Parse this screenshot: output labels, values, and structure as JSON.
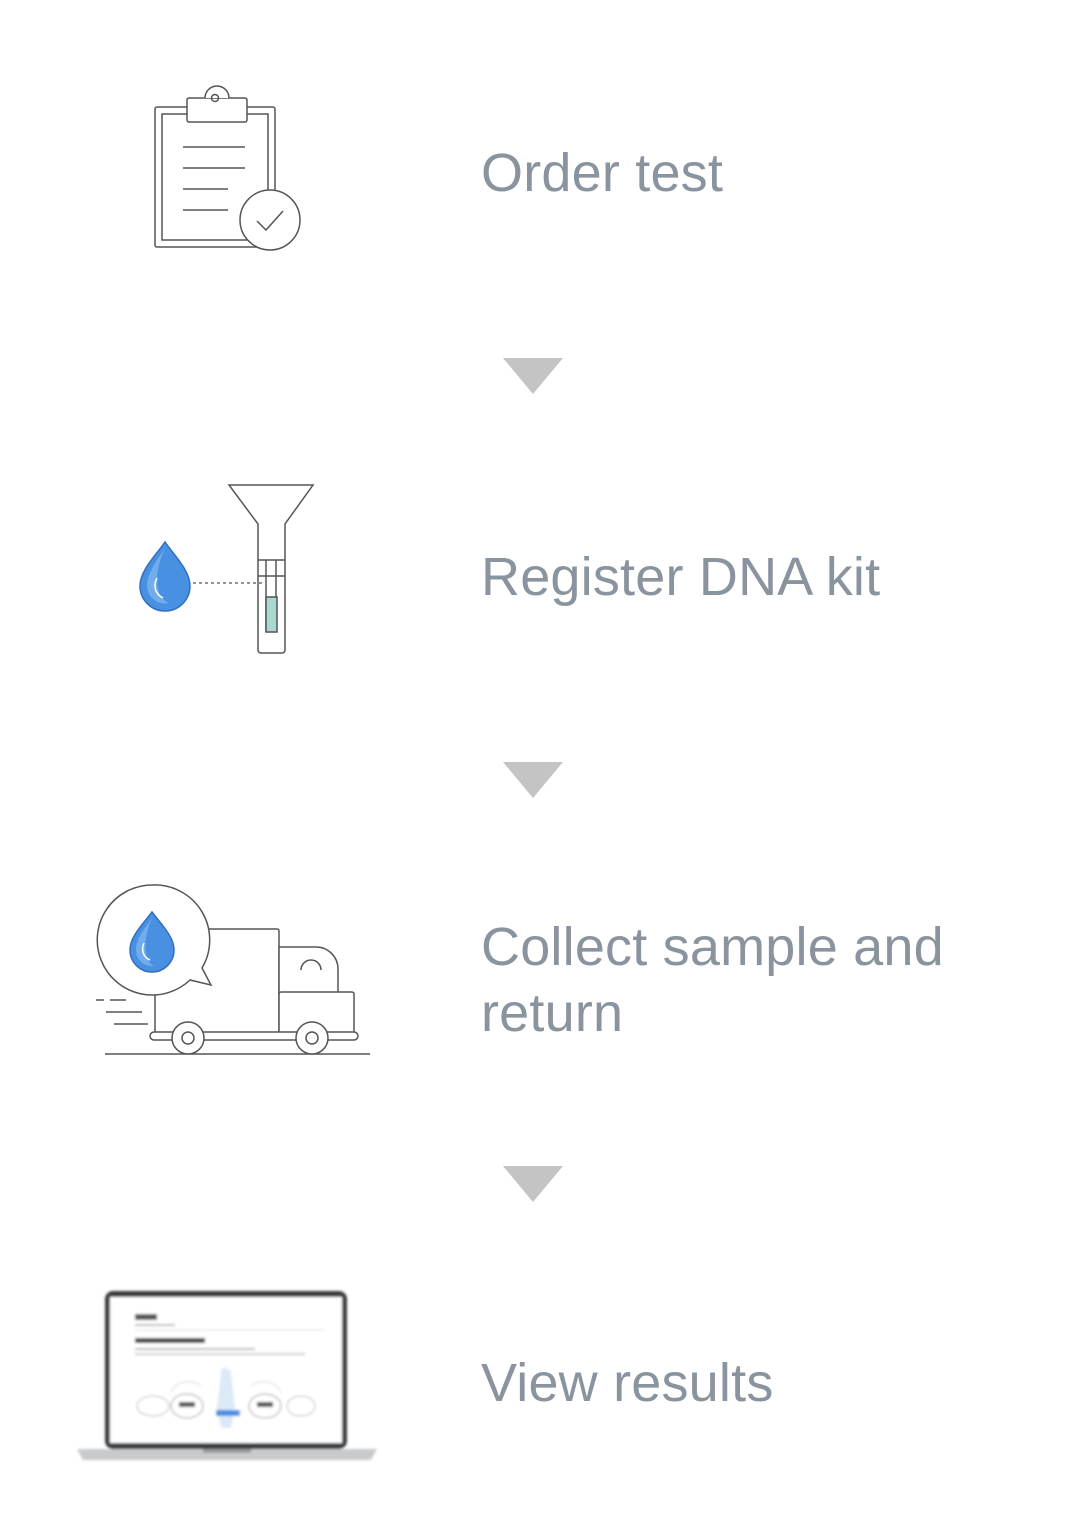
{
  "steps": [
    {
      "label": "Order test",
      "icon": "clipboard-check-icon"
    },
    {
      "label": "Register DNA kit",
      "icon": "dna-kit-tube-icon"
    },
    {
      "label": "Collect sample and return",
      "icon": "delivery-truck-icon"
    },
    {
      "label": "View results",
      "icon": "laptop-results-icon"
    }
  ],
  "arrow_icon": "down-triangle-icon",
  "colors": {
    "label": "#8a949e",
    "arrow": "#c4c4c4",
    "drop": "#4a90e2",
    "tube_fill": "#a8d8cf"
  }
}
